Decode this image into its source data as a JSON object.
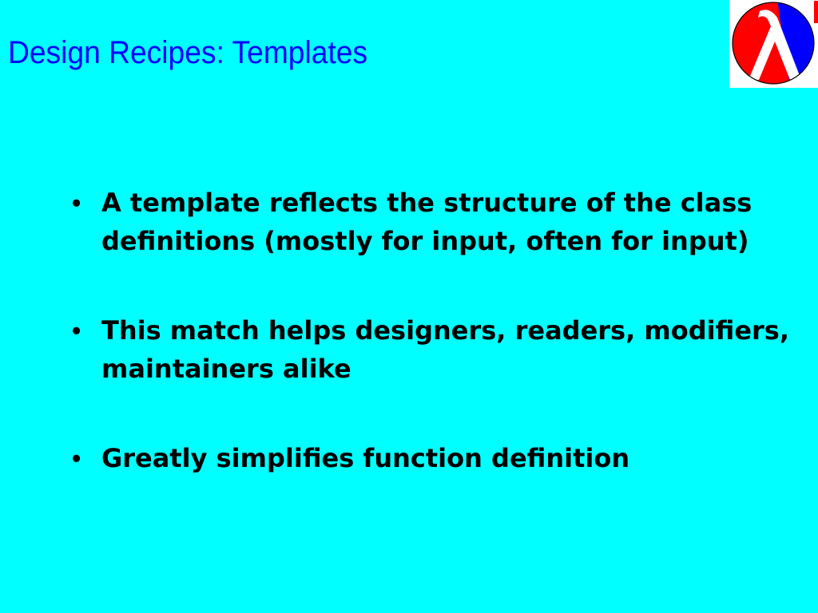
{
  "slide": {
    "title": "Design Recipes: Templates",
    "bullets": [
      {
        "text": "A template reflects the structure of the class definitions (mostly for input, often for input)"
      },
      {
        "text": "This match helps designers, readers, modifiers, maintainers alike"
      },
      {
        "text": "Greatly simplifies function definition"
      }
    ],
    "bullet_glyph": "•"
  },
  "logo": {
    "icon": "lambda-circle-logo",
    "colors": {
      "red": "#FF0000",
      "blue": "#0000FF",
      "white": "#FFFFFF"
    }
  },
  "colors": {
    "background": "#00FFFF",
    "title": "#0000FF",
    "body_text": "#000000"
  }
}
